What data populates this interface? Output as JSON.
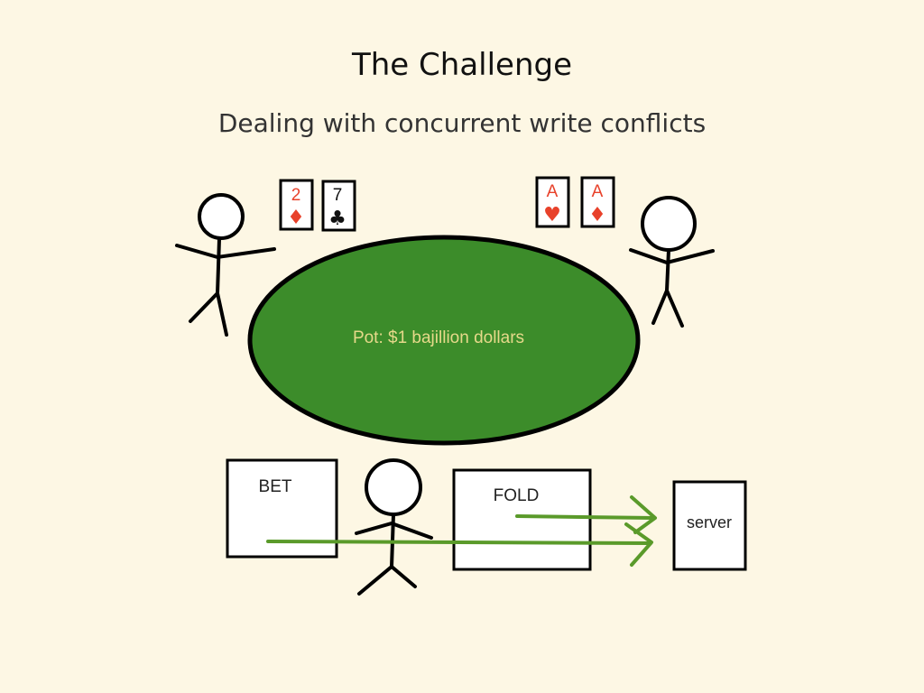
{
  "slide": {
    "title": "The Challenge",
    "subtitle": "Dealing with concurrent write conflicts"
  },
  "table": {
    "pot_label": "Pot: $1 bajillion dollars",
    "felt_color": "#3c8c2a",
    "pot_text_color": "#e6d98a"
  },
  "cards": {
    "left_player": [
      {
        "rank": "2",
        "suit": "♦",
        "suit_name": "diamonds",
        "color": "#e8412a"
      },
      {
        "rank": "7",
        "suit": "♣",
        "suit_name": "clubs",
        "color": "#111111"
      }
    ],
    "right_player": [
      {
        "rank": "A",
        "suit": "♥",
        "suit_name": "hearts",
        "color": "#e8412a"
      },
      {
        "rank": "A",
        "suit": "♦",
        "suit_name": "diamonds",
        "color": "#e8412a"
      }
    ]
  },
  "actions": {
    "bet_label": "BET",
    "fold_label": "FOLD",
    "server_label": "server",
    "arrow_color": "#5a9a2a"
  }
}
